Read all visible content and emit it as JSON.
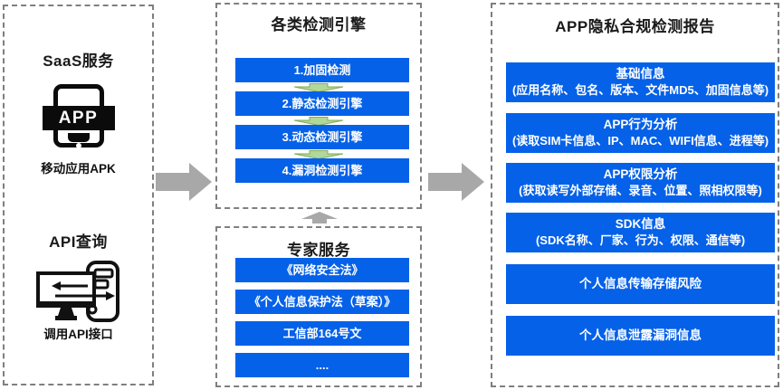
{
  "left_panel": {
    "saas_title": "SaaS服务",
    "app_icon_label": "APP",
    "saas_caption": "移动应用APK",
    "api_title": "API查询",
    "api_caption": "调用API接口"
  },
  "engines_panel": {
    "title": "各类检测引擎",
    "items": [
      "1.加固检测",
      "2.静态检测引擎",
      "3.动态检测引擎",
      "4.漏洞检测引擎"
    ]
  },
  "experts_panel": {
    "title": "专家服务",
    "items": [
      "《网络安全法》",
      "《个人信息保护法（草案）》",
      "工信部164号文",
      "...."
    ]
  },
  "report_panel": {
    "title": "APP隐私合规检测报告",
    "items": [
      {
        "title": "基础信息",
        "detail": "(应用名称、包名、版本、文件MD5、加固信息等)"
      },
      {
        "title": "APP行为分析",
        "detail": "(读取SIM卡信息、IP、MAC、WIFI信息、进程等)"
      },
      {
        "title": "APP权限分析",
        "detail": "(获取读写外部存储、录音、位置、照相权限等)"
      },
      {
        "title": "SDK信息",
        "detail": "(SDK名称、厂家、行为、权限、通信等)"
      },
      {
        "title": "个人信息传输存储风险",
        "detail": ""
      },
      {
        "title": "个人信息泄露漏洞信息",
        "detail": ""
      }
    ]
  },
  "icons": {
    "mobile-app-icon": "smartphone with APP banner",
    "api-call-icon": "monitor and server exchanging arrows",
    "flow-right-arrow-icon": "→",
    "flow-up-arrow-icon": "↑",
    "step-down-arrow-icon": "↓"
  },
  "colors": {
    "bar_blue": "#0561e8",
    "arrow_gray": "#a8a8a8",
    "step_arrow_green_fill": "#b3d69a",
    "step_arrow_green_stroke": "#7fae57",
    "dashed_border": "#7f7f7f"
  }
}
